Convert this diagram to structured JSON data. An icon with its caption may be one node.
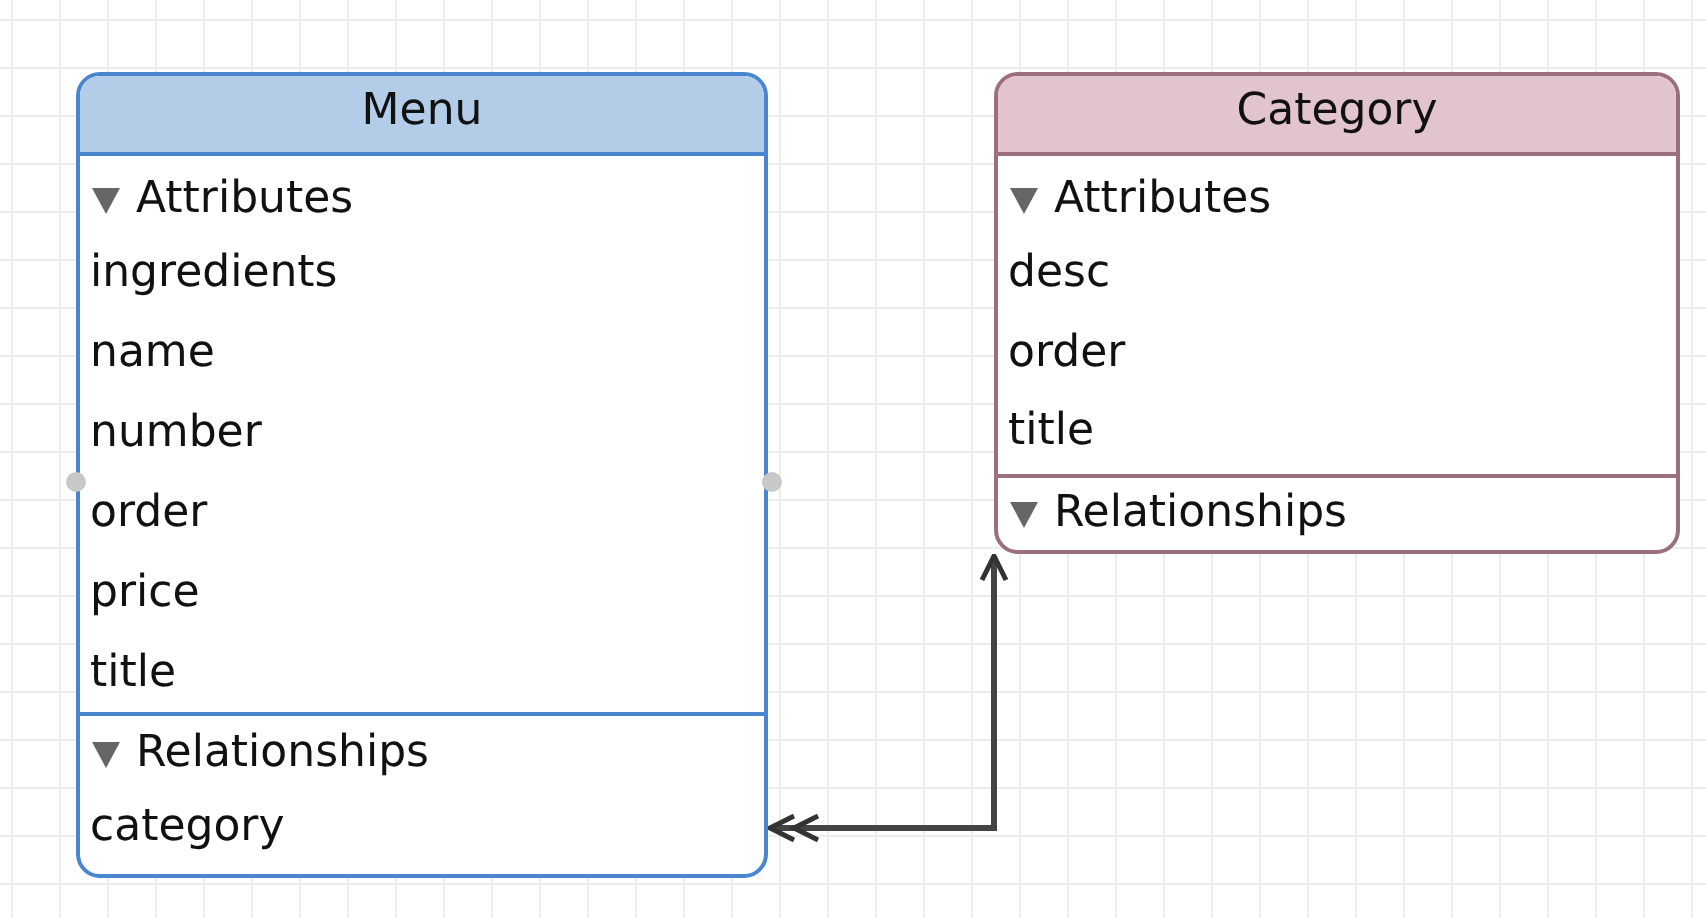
{
  "diagram": {
    "nodes": [
      {
        "text": [
          "Menu",
          "Attributes",
          "ingredients",
          "name",
          "number",
          "order",
          "price",
          "title",
          "Relationships",
          "category"
        ]
      },
      {
        "text": [
          "Category",
          "Attributes",
          "desc",
          "order",
          "title",
          "Relationships"
        ]
      }
    ],
    "edges": [
      {
        "from": 0,
        "to": 1,
        "arrow": "both"
      }
    ]
  }
}
